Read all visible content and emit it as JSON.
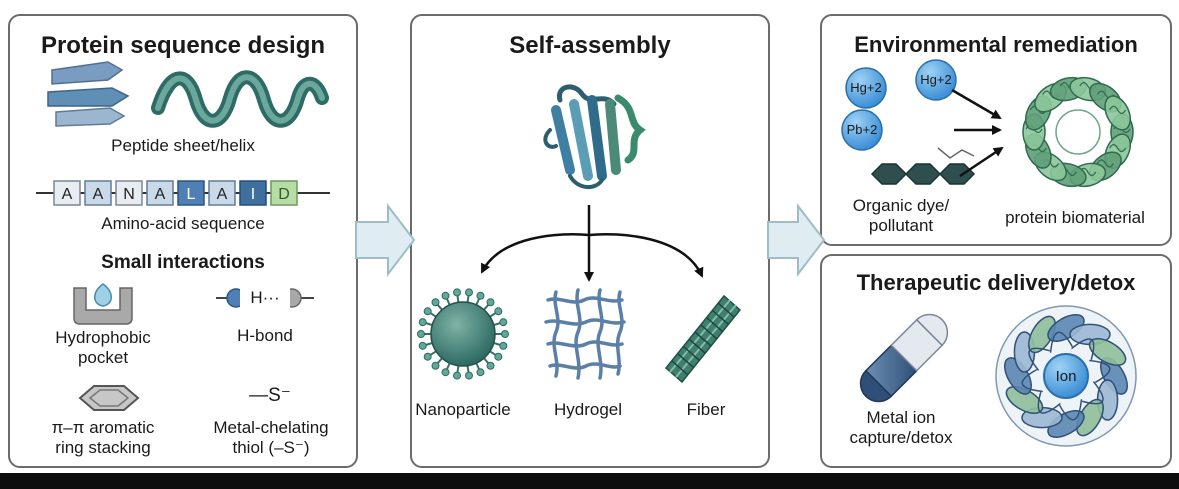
{
  "panels": {
    "sequence": {
      "title": "Protein sequence design",
      "peptide_label": "Peptide sheet/helix",
      "amino_acids": [
        "A",
        "A",
        "N",
        "A",
        "L",
        "A",
        "I",
        "D"
      ],
      "sequence_label": "Amino-acid sequence",
      "interactions_title": "Small interactions",
      "hydrophobic_label_1": "Hydrophobic",
      "hydrophobic_label_2": "pocket",
      "hbond_label": "H-bond",
      "hbond_glyph": "H···",
      "stacking_label_1": "π–π aromatic",
      "stacking_label_2": "ring stacking",
      "thiol_glyph": "—S⁻",
      "thiol_label_1": "Metal-chelating",
      "thiol_label_2": "thiol (–S⁻)"
    },
    "assembly": {
      "title": "Self-assembly",
      "outputs": [
        "Nanoparticle",
        "Hydrogel",
        "Fiber"
      ]
    },
    "environment": {
      "title": "Environmental remediation",
      "ions": [
        "Hg+2",
        "Hg+2",
        "Pb+2"
      ],
      "dye_label_1": "Organic dye/",
      "dye_label_2": "pollutant",
      "biomaterial_label": "protein biomaterial"
    },
    "therapeutic": {
      "title": "Therapeutic delivery/detox",
      "capsule_label_1": "Metal ion",
      "capsule_label_2": "capture/detox",
      "ion_label": "Ion"
    }
  },
  "colors": {
    "border": "#6b6b6b",
    "teal": "#3f8f7f",
    "blue": "#5b86b3",
    "ion_blue": "#5aa9e6",
    "flow_arrow": "#c9dfe8"
  }
}
